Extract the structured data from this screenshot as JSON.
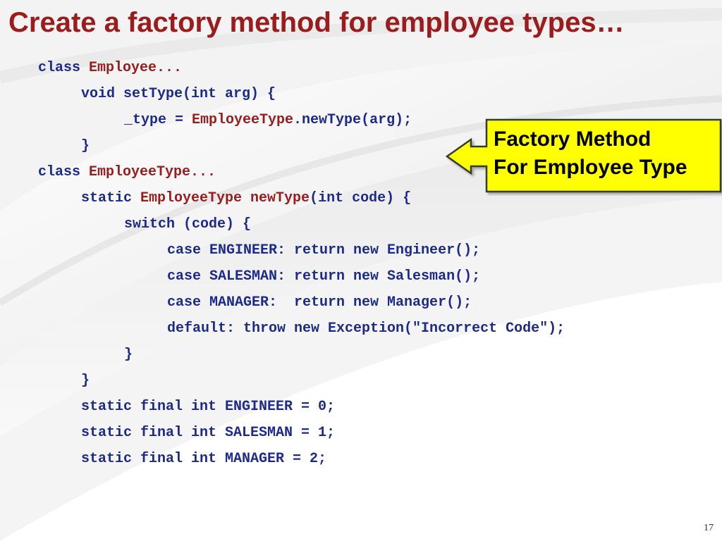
{
  "slide": {
    "title": "Create a factory method for employee types…",
    "page_number": "17"
  },
  "colors": {
    "title": "#9b1c1c",
    "code_default": "#1c2a8c",
    "code_highlight": "#9b1c1c",
    "callout_fill": "#ffff00",
    "callout_border": "#2d3e2d"
  },
  "code": {
    "lines": [
      {
        "indent": 0,
        "tokens": [
          {
            "t": "class ",
            "hl": false
          },
          {
            "t": "Employee...",
            "hl": true
          }
        ]
      },
      {
        "indent": 1,
        "tokens": [
          {
            "t": "void setType(int arg) {",
            "hl": false
          }
        ]
      },
      {
        "indent": 2,
        "tokens": [
          {
            "t": "_type = ",
            "hl": false
          },
          {
            "t": "EmployeeType",
            "hl": true
          },
          {
            "t": ".newType(arg);",
            "hl": false
          }
        ]
      },
      {
        "indent": 1,
        "tokens": [
          {
            "t": "}",
            "hl": false
          }
        ]
      },
      {
        "indent": 0,
        "tokens": [
          {
            "t": "class ",
            "hl": false
          },
          {
            "t": "EmployeeType...",
            "hl": true
          }
        ]
      },
      {
        "indent": 1,
        "tokens": [
          {
            "t": "static ",
            "hl": false
          },
          {
            "t": "EmployeeType newType",
            "hl": true
          },
          {
            "t": "(int code) {",
            "hl": false
          }
        ]
      },
      {
        "indent": 2,
        "tokens": [
          {
            "t": "switch (code) {",
            "hl": false
          }
        ]
      },
      {
        "indent": 3,
        "tokens": [
          {
            "t": "case ENGINEER: return new Engineer();",
            "hl": false
          }
        ]
      },
      {
        "indent": 3,
        "tokens": [
          {
            "t": "case SALESMAN: return new Salesman();",
            "hl": false
          }
        ]
      },
      {
        "indent": 3,
        "tokens": [
          {
            "t": "case MANAGER:  return new Manager();",
            "hl": false
          }
        ]
      },
      {
        "indent": 3,
        "tokens": [
          {
            "t": "default: throw new Exception(\"Incorrect Code\");",
            "hl": false
          }
        ]
      },
      {
        "indent": 2,
        "tokens": [
          {
            "t": "}",
            "hl": false
          }
        ]
      },
      {
        "indent": 1,
        "tokens": [
          {
            "t": "}",
            "hl": false
          }
        ]
      },
      {
        "indent": 1,
        "tokens": [
          {
            "t": "static final int ENGINEER = 0;",
            "hl": false
          }
        ]
      },
      {
        "indent": 1,
        "tokens": [
          {
            "t": "static final int SALESMAN = 1;",
            "hl": false
          }
        ]
      },
      {
        "indent": 1,
        "tokens": [
          {
            "t": "static final int MANAGER = 2;",
            "hl": false
          }
        ]
      }
    ]
  },
  "callout": {
    "lines": [
      "Factory Method",
      "For Employee Type"
    ],
    "icon": "left-arrow-callout"
  }
}
